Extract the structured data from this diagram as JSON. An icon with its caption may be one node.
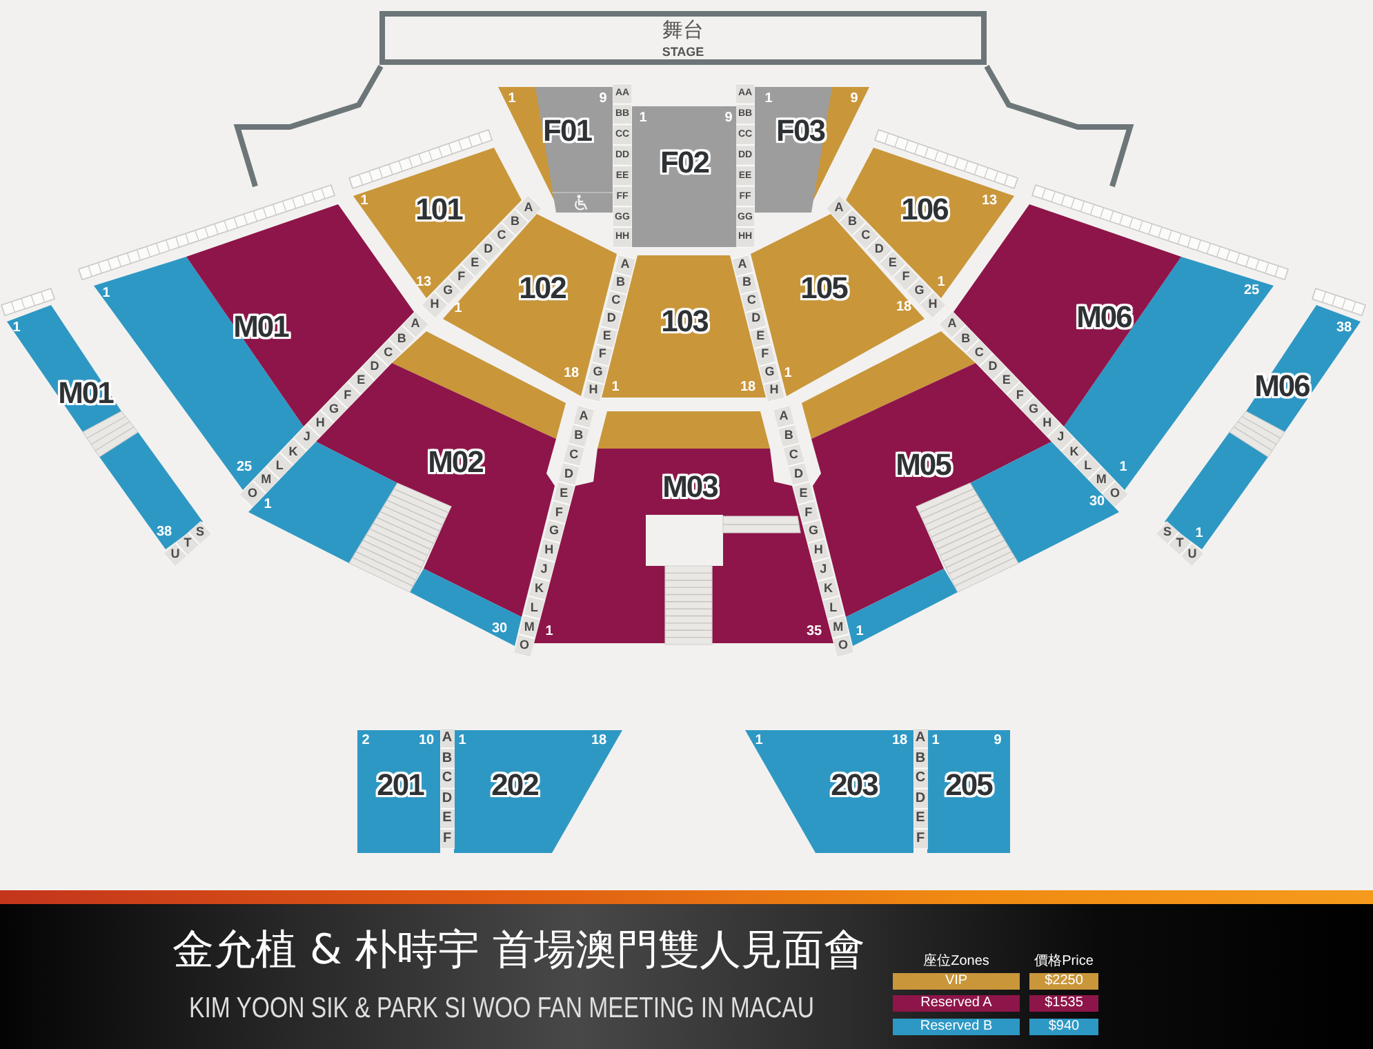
{
  "diagram": {
    "title": "金允植 & 朴時宇 首場澳門雙人見面會",
    "nodes": [
      {
        "text": [
          "舞台",
          "STAGE"
        ]
      },
      {
        "text": [
          "F01",
          "1",
          "9"
        ]
      },
      {
        "text": [
          "F02",
          "1",
          "9"
        ]
      },
      {
        "text": [
          "F03",
          "1",
          "9"
        ]
      },
      {
        "text": [
          "1",
          "101",
          "13"
        ]
      },
      {
        "text": [
          "102",
          "1",
          "18"
        ]
      },
      {
        "text": [
          "103",
          "1",
          "18"
        ]
      },
      {
        "text": [
          "105",
          "18",
          "1"
        ]
      },
      {
        "text": [
          "106",
          "13",
          "1"
        ]
      },
      {
        "text": [
          "M01",
          "1",
          "38"
        ]
      },
      {
        "text": [
          "M01",
          "1",
          "25"
        ]
      },
      {
        "text": [
          "M02",
          "1",
          "30"
        ]
      },
      {
        "text": [
          "M03",
          "1",
          "35"
        ]
      },
      {
        "text": [
          "M05",
          "30",
          "1"
        ]
      },
      {
        "text": [
          "M06",
          "25",
          "1"
        ]
      },
      {
        "text": [
          "M06",
          "38",
          "1"
        ]
      },
      {
        "text": [
          "201",
          "2",
          "10"
        ]
      },
      {
        "text": [
          "202",
          "1",
          "18"
        ]
      },
      {
        "text": [
          "203",
          "1",
          "18"
        ]
      },
      {
        "text": [
          "205",
          "1",
          "9"
        ]
      },
      {
        "text": [],
        "shape": "box"
      }
    ],
    "labels": [
      "AA BB CC DD EE FF GG HH",
      "AA BB CC DD EE FF GG HH",
      "A B C D E F G H",
      "A B C D E F G H",
      "A B C D E F G H",
      "A B C D E F G H",
      "A B C D E F G H J K L M O",
      "A B C D E F G H J K L M O",
      "A B C D E F G H J K L M O",
      "A B C D E F G H J K L M O",
      "S T U",
      "S T U",
      "A B C D E F",
      "A B C D E F",
      "KIM YOON SIK & PARK SI WOO FAN MEETING IN MACAU",
      "座位Zones",
      "價格Price",
      "$2250",
      "$1535",
      "$940"
    ],
    "legend": [
      {
        "text": "VIP",
        "color": "#c9963a"
      },
      {
        "text": "Reserved A",
        "color": "#8e1549"
      },
      {
        "text": "Reserved B",
        "color": "#2e98c4"
      }
    ]
  }
}
